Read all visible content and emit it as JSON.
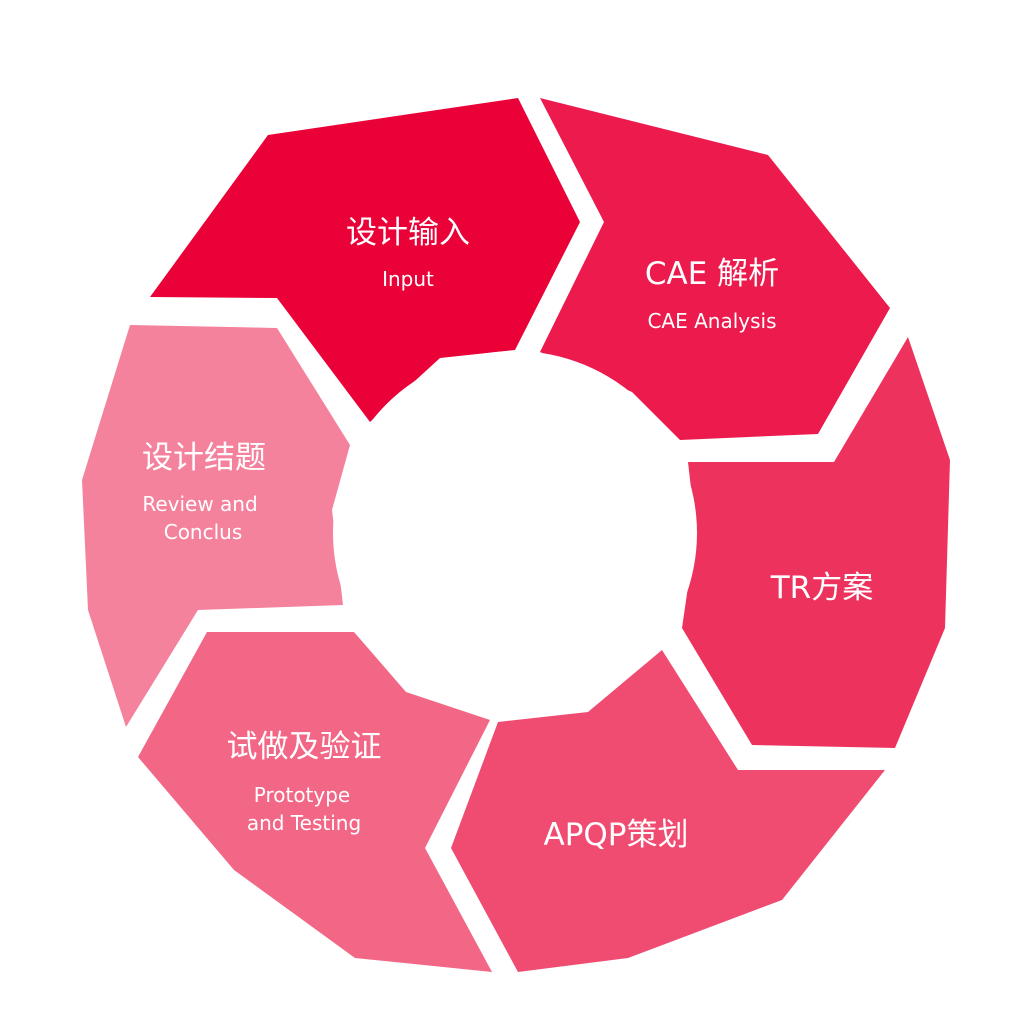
{
  "diagram": {
    "segments": [
      {
        "id": "design-input",
        "color": "#E90138",
        "title": "设计输入",
        "subtitle": [
          "Input"
        ]
      },
      {
        "id": "cae-analysis",
        "color": "#EC1A4D",
        "title": "CAE 解析",
        "subtitle": [
          "CAE Analysis"
        ]
      },
      {
        "id": "tr-plan",
        "color": "#EE325E",
        "title": "TR方案",
        "subtitle": []
      },
      {
        "id": "apqp-planning",
        "color": "#F04C72",
        "title": "APQP策划",
        "subtitle": []
      },
      {
        "id": "prototype-testing",
        "color": "#F26686",
        "title": "试做及验证",
        "subtitle": [
          "Prototype",
          "and Testing"
        ]
      },
      {
        "id": "review-conclusion",
        "color": "#F4829C",
        "title": "设计结题",
        "subtitle": [
          "Review and",
          "Conclus"
        ]
      }
    ]
  }
}
